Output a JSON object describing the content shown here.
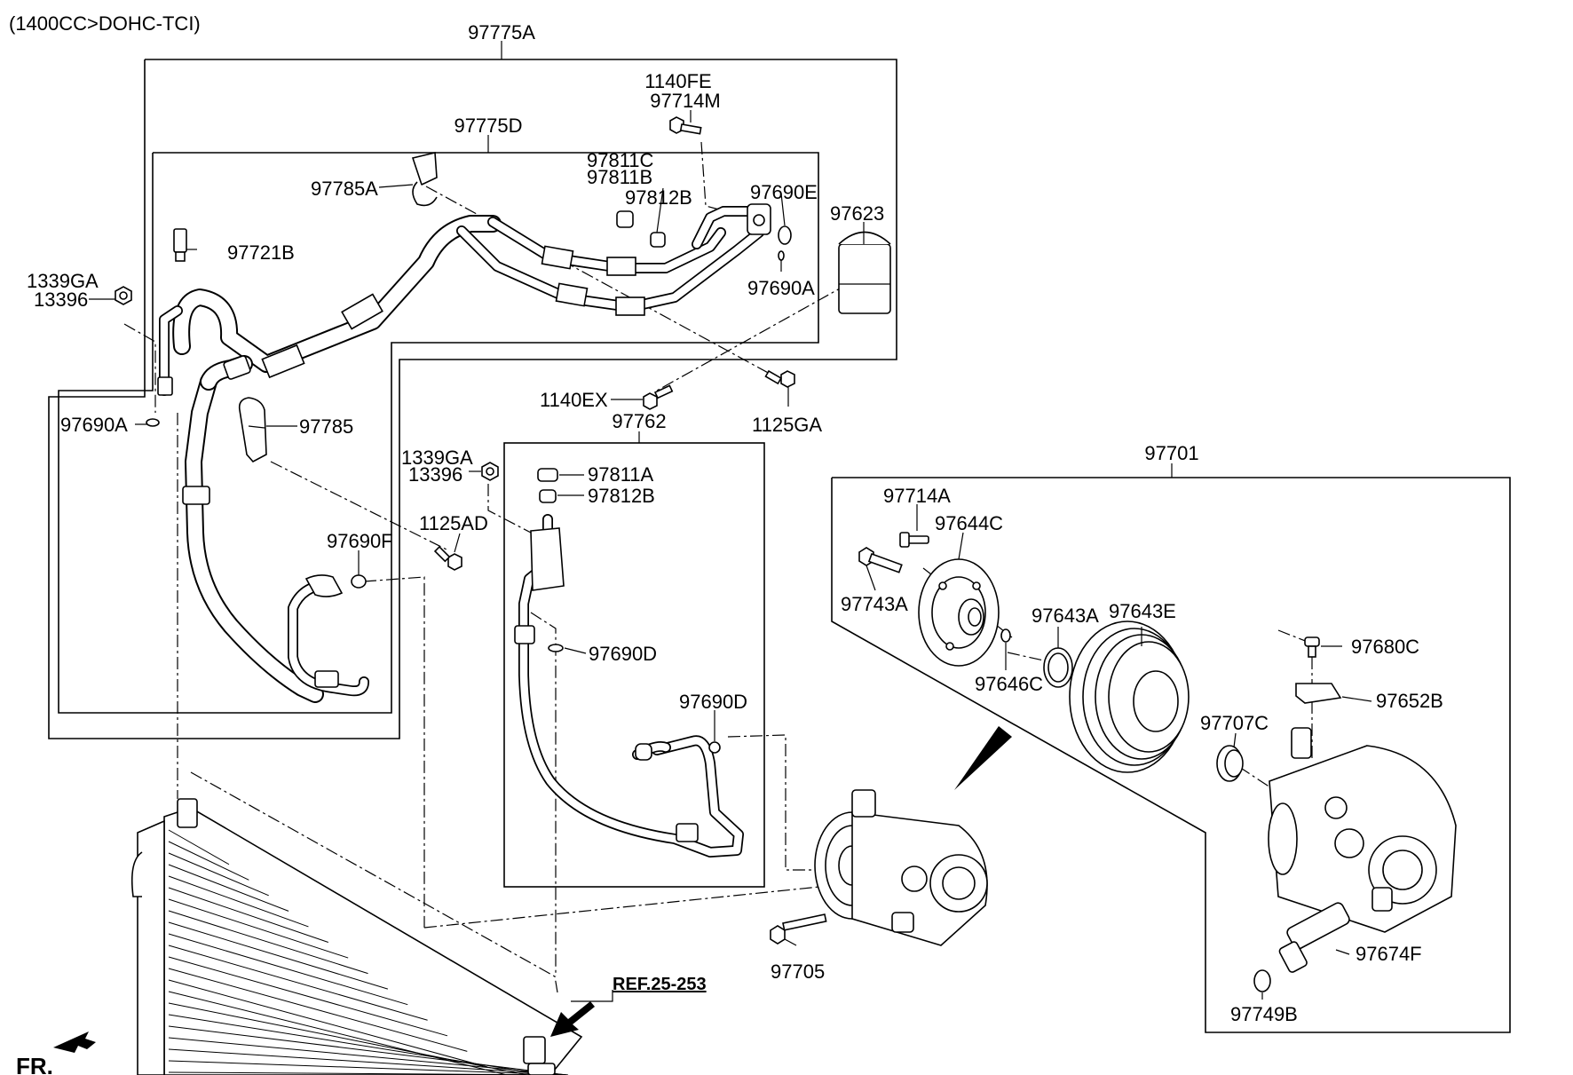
{
  "header": {
    "engine_note": "(1400CC>DOHC-TCI)"
  },
  "groups": {
    "a": "97775A",
    "d": "97775D",
    "e": "97762",
    "f": "97701"
  },
  "labels": {
    "p1140FE": "1140FE",
    "p97714M": "97714M",
    "p97811C": "97811C",
    "p97811B": "97811B",
    "p97812B_top": "97812B",
    "p97690E": "97690E",
    "p97623": "97623",
    "p97785A": "97785A",
    "p97721B": "97721B",
    "p97690A_top": "97690A",
    "p1339GA_left": "1339GA",
    "p13396_left": "13396",
    "p97690A_left": "97690A",
    "p97785": "97785",
    "p1140EX": "1140EX",
    "p1125GA": "1125GA",
    "p1339GA_mid": "1339GA",
    "p13396_mid": "13396",
    "p97811A": "97811A",
    "p97812B_mid": "97812B",
    "p1125AD": "1125AD",
    "p97690F": "97690F",
    "p97690D_mid": "97690D",
    "p97690D_low": "97690D",
    "p97714A": "97714A",
    "p97644C": "97644C",
    "p97743A": "97743A",
    "p97643A": "97643A",
    "p97643E": "97643E",
    "p97646C": "97646C",
    "p97680C": "97680C",
    "p97652B": "97652B",
    "p97707C": "97707C",
    "p97674F": "97674F",
    "p97749B": "97749B",
    "p97705": "97705"
  },
  "reference": "REF.25-253",
  "front_marker": "FR."
}
